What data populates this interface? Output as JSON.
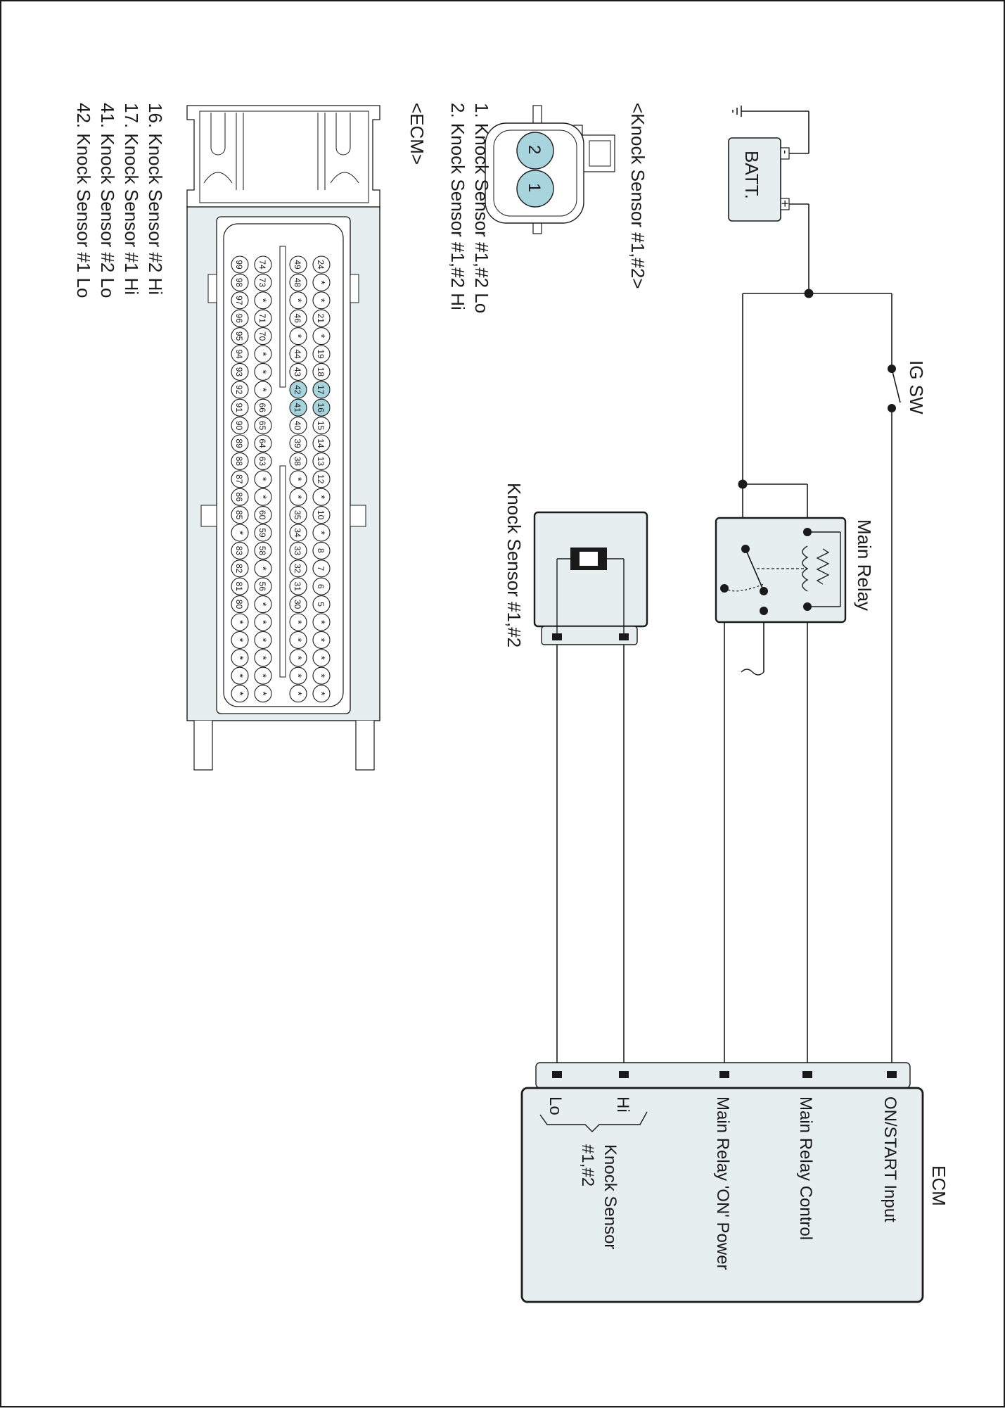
{
  "labels": {
    "ig_sw": "IG SW",
    "batt": "BATT.",
    "batt_minus": "-",
    "batt_plus": "+",
    "main_relay": "Main Relay",
    "knock_sensor_box": "Knock Sensor #1,#2",
    "ecm": "ECM",
    "ecm_pins": [
      "ON/START Input",
      "Main Relay Control",
      "Main Relay 'ON' Power",
      "Hi",
      "Lo"
    ],
    "knock_group_line1": "Knock Sensor",
    "knock_group_line2": "#1,#2"
  },
  "connector_knock": {
    "title": "<Knock Sensor #1,#2>",
    "pins": [
      "1. Knock Sensor #1,#2 Lo",
      "2. Knock Sensor #1,#2 Hi"
    ],
    "pin_numbers": [
      "2",
      "1"
    ],
    "highlight_color": "#a8d4de"
  },
  "connector_ecm": {
    "title": "<ECM>",
    "pins": [
      "16. Knock Sensor #2 Hi",
      "17. Knock Sensor #1 Hi",
      "41. Knock Sensor #2 Lo",
      "42. Knock Sensor #1 Lo"
    ],
    "row1": [
      "24",
      "*",
      "*",
      "21",
      "*",
      "19",
      "18",
      "17",
      "16",
      "15",
      "14",
      "13",
      "12",
      "*",
      "10",
      "*",
      "8",
      "7",
      "6",
      "5",
      "*",
      "*",
      "*",
      "*",
      "*"
    ],
    "row2": [
      "49",
      "48",
      "*",
      "46",
      "*",
      "44",
      "43",
      "42",
      "41",
      "40",
      "39",
      "38",
      "*",
      "*",
      "35",
      "34",
      "33",
      "32",
      "31",
      "30",
      "*",
      "*",
      "*",
      "*",
      "*"
    ],
    "row3": [
      "74",
      "73",
      "*",
      "71",
      "70",
      "*",
      "*",
      "*",
      "66",
      "65",
      "64",
      "63",
      "*",
      "*",
      "60",
      "59",
      "58",
      "*",
      "56",
      "*",
      "*",
      "*",
      "*",
      "*",
      "*"
    ],
    "row4": [
      "99",
      "98",
      "97",
      "96",
      "95",
      "94",
      "93",
      "92",
      "91",
      "90",
      "89",
      "88",
      "87",
      "86",
      "85",
      "*",
      "83",
      "82",
      "81",
      "80",
      "*",
      "*",
      "*",
      "*",
      "*"
    ],
    "highlighted": [
      "16",
      "17",
      "41",
      "42"
    ],
    "highlight_color": "#a8d4de"
  },
  "colors": {
    "component_fill": "#e6eef0",
    "line": "#1a1a1a"
  }
}
